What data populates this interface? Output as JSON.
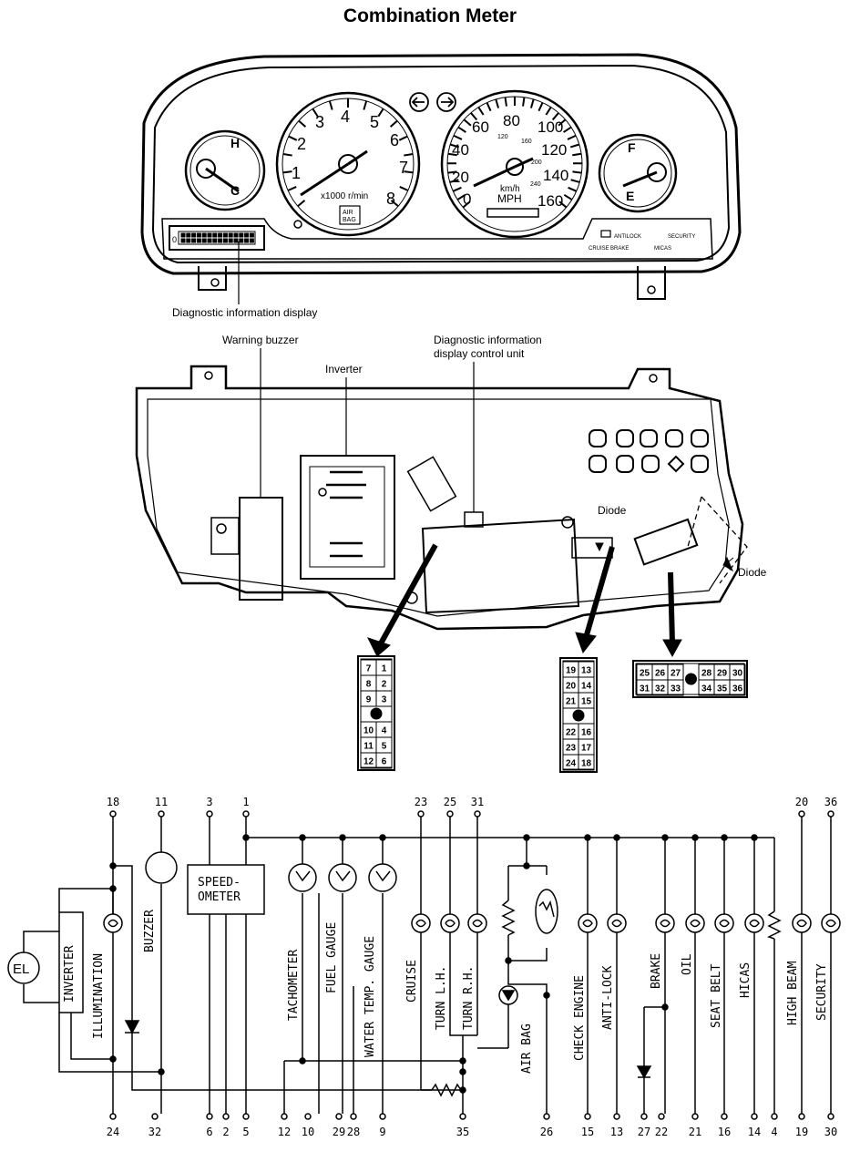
{
  "title": "Combination Meter",
  "cluster": {
    "temp_labels": [
      "H",
      "C"
    ],
    "fuel_labels": [
      "F",
      "E"
    ],
    "tach_numbers": [
      "1",
      "2",
      "3",
      "4",
      "5",
      "6",
      "7",
      "8"
    ],
    "tach_unit": "x1000 r/min",
    "airbag_label_1": "AIR",
    "airbag_label_2": "BAG",
    "speed_mph": [
      "60",
      "80",
      "100",
      "120",
      "140",
      "160"
    ],
    "speed_mph_low": [
      "40",
      "20",
      "0"
    ],
    "speed_kmh": [
      "120",
      "160",
      "200",
      "240"
    ],
    "speed_unit_1": "km/h",
    "speed_unit_2": "MPH",
    "indicator_row_1": [
      "ANTILOCK",
      "SECURITY"
    ],
    "indicator_row_2": [
      "CRUISE",
      "BRAKE",
      "MICAS"
    ]
  },
  "callouts": {
    "diag_display": "Diagnostic information display",
    "warning_buzzer": "Warning buzzer",
    "inverter": "Inverter",
    "control_unit_1": "Diagnostic information",
    "control_unit_2": "display control unit",
    "diode_1": "Diode",
    "diode_2": "Diode"
  },
  "connectors": {
    "c1_rows": [
      [
        "7",
        "1"
      ],
      [
        "8",
        "2"
      ],
      [
        "9",
        "3"
      ],
      [
        "",
        ""
      ],
      [
        "10",
        "4"
      ],
      [
        "11",
        "5"
      ],
      [
        "12",
        "6"
      ]
    ],
    "c2_rows": [
      [
        "19",
        "13"
      ],
      [
        "20",
        "14"
      ],
      [
        "21",
        "15"
      ],
      [
        "",
        ""
      ],
      [
        "22",
        "16"
      ],
      [
        "23",
        "17"
      ],
      [
        "24",
        "18"
      ]
    ],
    "c3_top": [
      "25",
      "26",
      "27",
      "",
      "28",
      "29",
      "30"
    ],
    "c3_bottom": [
      "31",
      "32",
      "33",
      "",
      "34",
      "35",
      "36"
    ]
  },
  "schematic": {
    "top_pins": [
      "18",
      "11",
      "3",
      "1",
      "23",
      "25",
      "31",
      "20",
      "36"
    ],
    "bottom_pins": [
      "24",
      "32",
      "6",
      "2",
      "5",
      "12",
      "10",
      "29",
      "28",
      "9",
      "35",
      "26",
      "15",
      "13",
      "27",
      "22",
      "21",
      "16",
      "14",
      "4",
      "19",
      "30"
    ],
    "el": "EL",
    "inverter": "INVERTER",
    "illumination": "ILLUMINATION",
    "buzzer": "BUZZER",
    "speedometer_1": "SPEED-",
    "speedometer_2": "OMETER",
    "tachometer": "TACHOMETER",
    "fuel_gauge": "FUEL GAUGE",
    "water_temp_gauge": "WATER TEMP. GAUGE",
    "cruise": "CRUISE",
    "turn_lh": "TURN L.H.",
    "turn_rh": "TURN R.H.",
    "air_bag": "AIR BAG",
    "check_engine": "CHECK ENGINE",
    "anti_lock": "ANTI-LOCK",
    "brake": "BRAKE",
    "oil": "OIL",
    "seat_belt": "SEAT BELT",
    "hicas": "HICAS",
    "high_beam": "HIGH BEAM",
    "security": "SECURITY"
  }
}
